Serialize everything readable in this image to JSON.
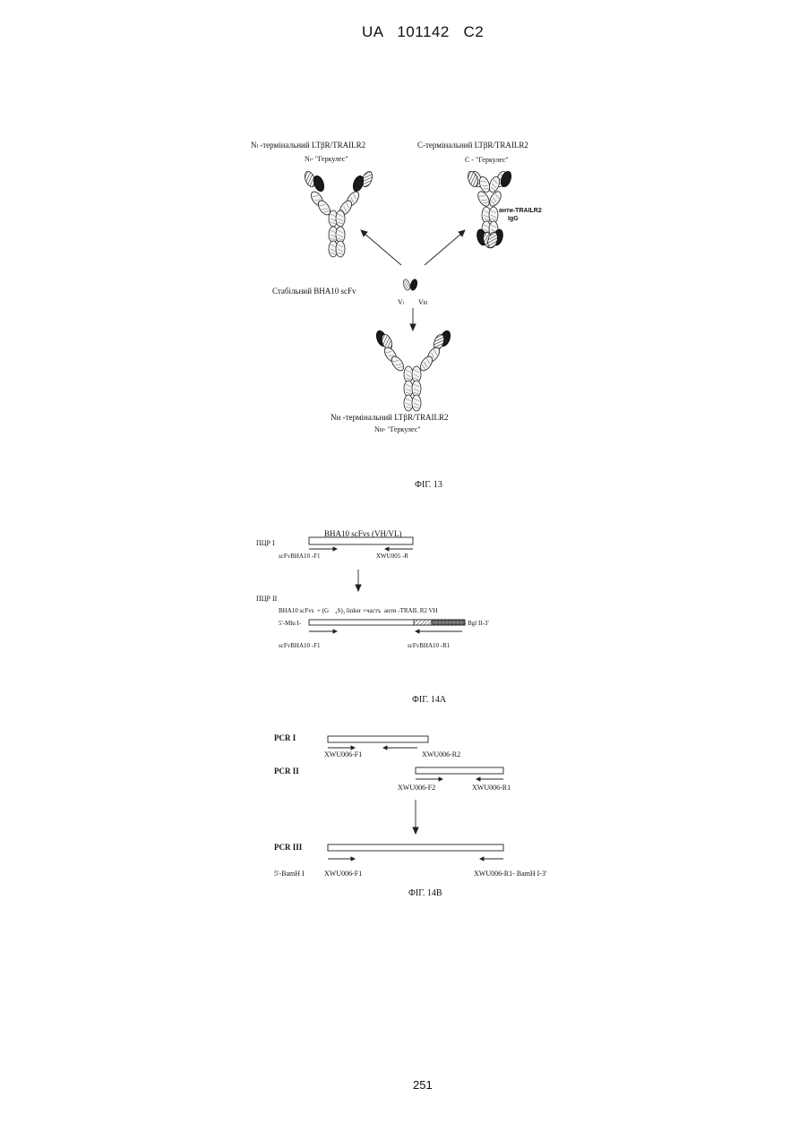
{
  "header": {
    "patent_id": "UA   101142   C2"
  },
  "fig13": {
    "nl_title": "Nₗ -термінальний LTβR/TRAILR2",
    "nl_sub": "Nₗ- \"Геркулес\"",
    "c_title": "С-термінальний LTβR/TRAILR2",
    "c_sub": "С - \"Геркулес\"",
    "anti_label_1": "анти-TRAILR2",
    "anti_label_2": "IgG",
    "stable_label": "Стабільний BHA10 scFv",
    "vl_label": "Vₗ",
    "vh_label": "Vʜ",
    "nh_title": "Nʜ -термінальний LTβR/TRAILR2",
    "nh_sub": "Nʜ- \"Геркулес\"",
    "caption": "ФІГ. 13"
  },
  "fig14a": {
    "pcr1": "ПЦР I",
    "bar1_label": "BHA10 scFvs (VH/VL)",
    "primer_f1": "scFvBHA10  -F1",
    "primer_r": "XWU005  -R",
    "pcr2": "ПЦР II",
    "construct_label": "BHA10 scFvs  + (G    ₄S)₃ linker +частъ  анти -TRAIL R2 VH",
    "left_site": "5'-Mlu I-",
    "right_site": "- Bgl II-3'",
    "primer_f1b": "scFvBHA10  -F1",
    "primer_r1": "scFvBHA10  -R1",
    "caption": "ФІГ. 14А"
  },
  "fig14b": {
    "pcr1": "PCR I",
    "p_f1": "XWU006-F1",
    "p_r2": "XWU006-R2",
    "pcr2": "PCR II",
    "p_f2": "XWU006-F2",
    "p_r1": "XWU006-R1",
    "pcr3": "PCR III",
    "left_site": "5'-BamH I",
    "p_f1b": "XWU006-F1",
    "p_r1b": "XWU006-R1- BamH I-3'",
    "caption": "ФІГ. 14В"
  },
  "footer": {
    "page_number": "251"
  }
}
